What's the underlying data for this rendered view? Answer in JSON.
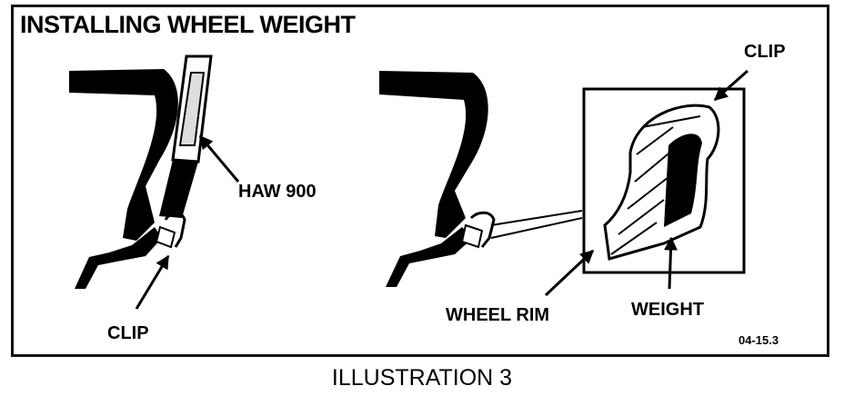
{
  "title": "INSTALLING WHEEL WEIGHT",
  "labels": {
    "tool": "HAW 900",
    "clip_left": "CLIP",
    "clip_right": "CLIP",
    "wheel_rim": "WHEEL RIM",
    "weight": "WEIGHT"
  },
  "figure_code": "04-15.3",
  "caption": "ILLUSTRATION 3"
}
